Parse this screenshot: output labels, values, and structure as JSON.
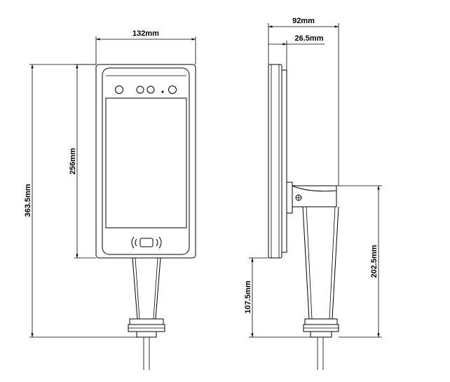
{
  "dimensions": {
    "front_width": "132mm",
    "front_screen_height": "256mm",
    "front_total_height": "363.5mm",
    "side_total_depth": "92mm",
    "side_panel_depth": "26.5mm",
    "side_bracket_height": "202.5mm",
    "side_lower_height": "107.5mm"
  }
}
